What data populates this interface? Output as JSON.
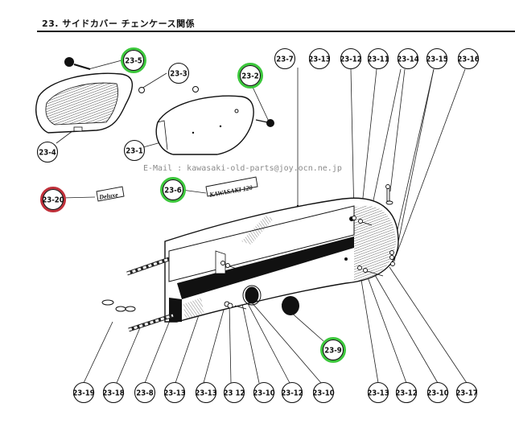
{
  "header": {
    "title": "23.  サイドカバー  チェンケース関係"
  },
  "watermark": "E-Mail : kawasaki-old-parts@joy.ocn.ne.jp",
  "emblems": {
    "deluxe": "Deluxe",
    "kawasaki": "KAWASAKI 120"
  },
  "colors": {
    "ink": "#111111",
    "highlight_green": "#3cc83c",
    "highlight_red": "#c0303a",
    "watermark": "#8a8a8a"
  },
  "callouts": [
    {
      "id": "c-23-5",
      "label": "23-5",
      "ring": "green"
    },
    {
      "id": "c-23-3",
      "label": "23-3",
      "ring": "black"
    },
    {
      "id": "c-23-2",
      "label": "23-2",
      "ring": "green"
    },
    {
      "id": "c-23-4",
      "label": "23-4",
      "ring": "black"
    },
    {
      "id": "c-23-1",
      "label": "23-1",
      "ring": "black"
    },
    {
      "id": "c-23-20",
      "label": "23-20",
      "ring": "red"
    },
    {
      "id": "c-23-6",
      "label": "23-6",
      "ring": "green"
    },
    {
      "id": "c-23-7",
      "label": "23-7",
      "ring": "black"
    },
    {
      "id": "c-23-13a",
      "label": "23-13",
      "ring": "black"
    },
    {
      "id": "c-23-12a",
      "label": "23-12",
      "ring": "black"
    },
    {
      "id": "c-23-11",
      "label": "23-11",
      "ring": "black"
    },
    {
      "id": "c-23-14",
      "label": "23-14",
      "ring": "black"
    },
    {
      "id": "c-23-15",
      "label": "23-15",
      "ring": "black"
    },
    {
      "id": "c-23-16",
      "label": "23-16",
      "ring": "black"
    },
    {
      "id": "c-23-9",
      "label": "23-9",
      "ring": "green"
    },
    {
      "id": "c-23-19",
      "label": "23-19",
      "ring": "black"
    },
    {
      "id": "c-23-18",
      "label": "23-18",
      "ring": "black"
    },
    {
      "id": "c-23-8",
      "label": "23-8",
      "ring": "black"
    },
    {
      "id": "c-23-13b",
      "label": "23-13",
      "ring": "black"
    },
    {
      "id": "c-23-13c",
      "label": "23-13",
      "ring": "black"
    },
    {
      "id": "c-23-12b",
      "label": "23 12",
      "ring": "black"
    },
    {
      "id": "c-23-10a",
      "label": "23-10",
      "ring": "black"
    },
    {
      "id": "c-23-12c",
      "label": "23-12",
      "ring": "black"
    },
    {
      "id": "c-23-10b",
      "label": "23-10",
      "ring": "black"
    },
    {
      "id": "c-23-13d",
      "label": "23-13",
      "ring": "black"
    },
    {
      "id": "c-23-12d",
      "label": "23-12",
      "ring": "black"
    },
    {
      "id": "c-23-10c",
      "label": "23-10",
      "ring": "black"
    },
    {
      "id": "c-23-17",
      "label": "23-17",
      "ring": "black"
    }
  ]
}
